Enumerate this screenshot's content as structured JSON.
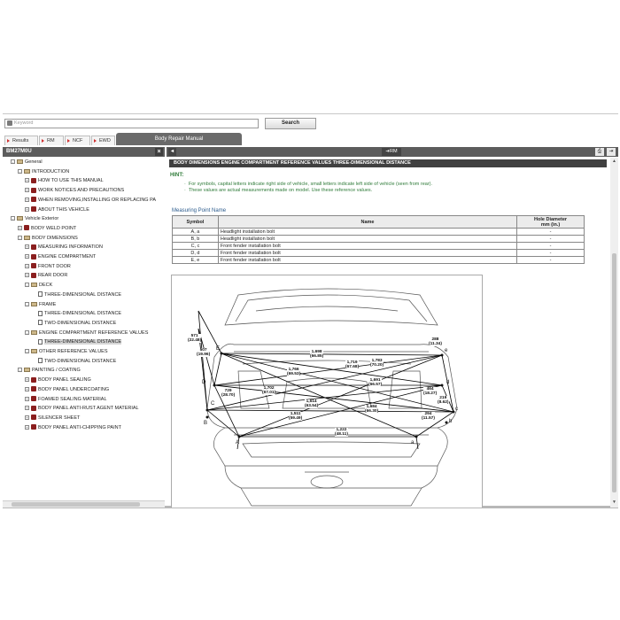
{
  "search": {
    "placeholder": "Keyword",
    "button": "Search"
  },
  "tabs": [
    {
      "label": "Results"
    },
    {
      "label": "RM"
    },
    {
      "label": "NCF"
    },
    {
      "label": "EWD"
    }
  ],
  "manual_tab": "Body Repair Manual",
  "left": {
    "header": "BM27M0U",
    "close": "×",
    "tree": [
      {
        "label": "General",
        "level": 0,
        "icon": "folder",
        "exp": "-"
      },
      {
        "label": "INTRODUCTION",
        "level": 1,
        "icon": "folder",
        "exp": "-"
      },
      {
        "label": "HOW TO USE THIS MANUAL",
        "level": 2,
        "icon": "book",
        "exp": "+"
      },
      {
        "label": "WORK NOTICES AND PRECAUTIONS",
        "level": 2,
        "icon": "book",
        "exp": "+"
      },
      {
        "label": "WHEN REMOVING,INSTALLING OR REPLACING PA",
        "level": 2,
        "icon": "book",
        "exp": "+"
      },
      {
        "label": "ABOUT THIS VEHICLE",
        "level": 2,
        "icon": "book",
        "exp": "+"
      },
      {
        "label": "Vehicle Exterior",
        "level": 0,
        "icon": "folder",
        "exp": "-"
      },
      {
        "label": "BODY WELD POINT",
        "level": 1,
        "icon": "book",
        "exp": "+"
      },
      {
        "label": "BODY DIMENSIONS",
        "level": 1,
        "icon": "folder",
        "exp": "-"
      },
      {
        "label": "MEASURING INFORMATION",
        "level": 2,
        "icon": "book",
        "exp": "+"
      },
      {
        "label": "ENGINE COMPARTMENT",
        "level": 2,
        "icon": "book",
        "exp": "+"
      },
      {
        "label": "FRONT DOOR",
        "level": 2,
        "icon": "book",
        "exp": "+"
      },
      {
        "label": "REAR DOOR",
        "level": 2,
        "icon": "book",
        "exp": "+"
      },
      {
        "label": "DECK",
        "level": 2,
        "icon": "folder",
        "exp": "-"
      },
      {
        "label": "THREE-DIMENSIONAL DISTANCE",
        "level": 3,
        "icon": "doc",
        "exp": ""
      },
      {
        "label": "FRAME",
        "level": 2,
        "icon": "folder",
        "exp": "-"
      },
      {
        "label": "THREE-DIMENSIONAL DISTANCE",
        "level": 3,
        "icon": "doc",
        "exp": ""
      },
      {
        "label": "TWO-DIMENSIONAL DISTANCE",
        "level": 3,
        "icon": "doc",
        "exp": ""
      },
      {
        "label": "ENGINE COMPARTMENT REFERENCE VALUES",
        "level": 2,
        "icon": "folder",
        "exp": "-"
      },
      {
        "label": "THREE-DIMENSIONAL DISTANCE",
        "level": 3,
        "icon": "doc",
        "exp": "",
        "selected": true
      },
      {
        "label": "OTHER REFERENCE VALUES",
        "level": 2,
        "icon": "folder",
        "exp": "-"
      },
      {
        "label": "TWO-DIMENSIONAL DISTANCE",
        "level": 3,
        "icon": "doc",
        "exp": ""
      },
      {
        "label": "PAINTING / COATING",
        "level": 1,
        "icon": "folder",
        "exp": "-"
      },
      {
        "label": "BODY PANEL SEALING",
        "level": 2,
        "icon": "book",
        "exp": "+"
      },
      {
        "label": "BODY PANEL UNDERCOATING",
        "level": 2,
        "icon": "book",
        "exp": "+"
      },
      {
        "label": "FOAMED SEALING MATERIAL",
        "level": 2,
        "icon": "book",
        "exp": "+"
      },
      {
        "label": "BODY PANEL ANTI-RUST AGENT MATERIAL",
        "level": 2,
        "icon": "book",
        "exp": "+"
      },
      {
        "label": "SILENCER SHEET",
        "level": 2,
        "icon": "book",
        "exp": "+"
      },
      {
        "label": "BODY PANEL ANTI-CHIPPING PAINT",
        "level": 2,
        "icon": "book",
        "exp": "+"
      }
    ]
  },
  "toolbar": {
    "back": "◄",
    "rm": "➔RM",
    "print": "⎙",
    "exit": "⇥"
  },
  "document": {
    "title": "BODY DIMENSIONS  ENGINE COMPARTMENT REFERENCE VALUES  THREE-DIMENSIONAL DISTANCE",
    "hint_title": "HINT:",
    "hints": [
      "For symbols, capital letters indicate right side of vehicle, small letters indicate left side of vehicle (seen from rear).",
      "These values are actual measurements made on model. Use these reference values."
    ],
    "mp_title": "Measuring Point Name",
    "table_headers": [
      "Symbol",
      "Name",
      "Hole Diameter\nmm (in.)"
    ],
    "rows": [
      [
        "A, a",
        "Headlight installation bolt",
        "-"
      ],
      [
        "B, b",
        "Headlight installation bolt",
        "-"
      ],
      [
        "C, c",
        "Front fender installation bolt",
        "-"
      ],
      [
        "D, d",
        "Front fender installation bolt",
        "-"
      ],
      [
        "E, e",
        "Front fender installation bolt",
        "-"
      ]
    ],
    "dims": [
      {
        "t": "571\n(22.48)"
      },
      {
        "t": "507\n(19.96)"
      },
      {
        "t": "1,698\n(66.85)"
      },
      {
        "t": "1,719\n(67.68)"
      },
      {
        "t": "1,783\n(70.20)"
      },
      {
        "t": "288\n(11.34)"
      },
      {
        "t": "1,766\n(69.53)"
      },
      {
        "t": "1,691\n(66.57)"
      },
      {
        "t": "729\n(28.70)"
      },
      {
        "t": "1,702\n(67.01)"
      },
      {
        "t": "464\n(18.27)"
      },
      {
        "t": "219\n(8.62)"
      },
      {
        "t": "1,614\n(63.54)"
      },
      {
        "t": "1,684\n(66.30)"
      },
      {
        "t": "1,511\n(59.49)"
      },
      {
        "t": "294\n(11.57)"
      },
      {
        "t": "1,222\n(48.11)"
      }
    ],
    "points": [
      "E",
      "e",
      "D",
      "d",
      "C",
      "c",
      "B",
      "b",
      "A",
      "a"
    ]
  }
}
